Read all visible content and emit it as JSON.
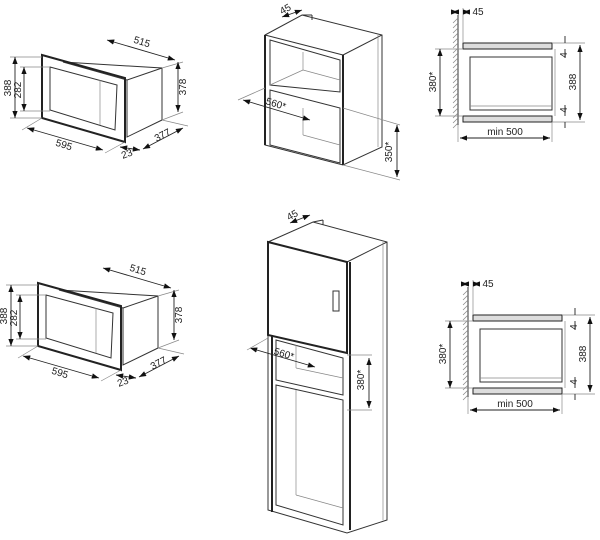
{
  "title": "Built-in microwave installation dimensions",
  "appliance_top": {
    "depth_top": "515",
    "front_height": "388",
    "window_height": "282",
    "body_height": "378",
    "front_width": "595",
    "frame_depth": "23",
    "body_depth": "377"
  },
  "cabinet_top": {
    "gap": "45",
    "niche_width": "560*",
    "niche_height": "350*"
  },
  "side_top": {
    "gap": "45",
    "niche_height": "380*",
    "top_clearance": "4",
    "height": "388",
    "bottom_clearance": "4",
    "depth": "min 500"
  },
  "appliance_bottom": {
    "depth_top": "515",
    "front_height": "388",
    "window_height": "282",
    "body_height": "378",
    "front_width": "595",
    "frame_depth": "23",
    "body_depth": "377"
  },
  "cabinet_bottom": {
    "gap": "45",
    "niche_width": "560*",
    "niche_height": "380*"
  },
  "side_bottom": {
    "gap": "45",
    "niche_height": "380*",
    "top_clearance": "4",
    "height": "388",
    "bottom_clearance": "4",
    "depth": "min 500"
  }
}
